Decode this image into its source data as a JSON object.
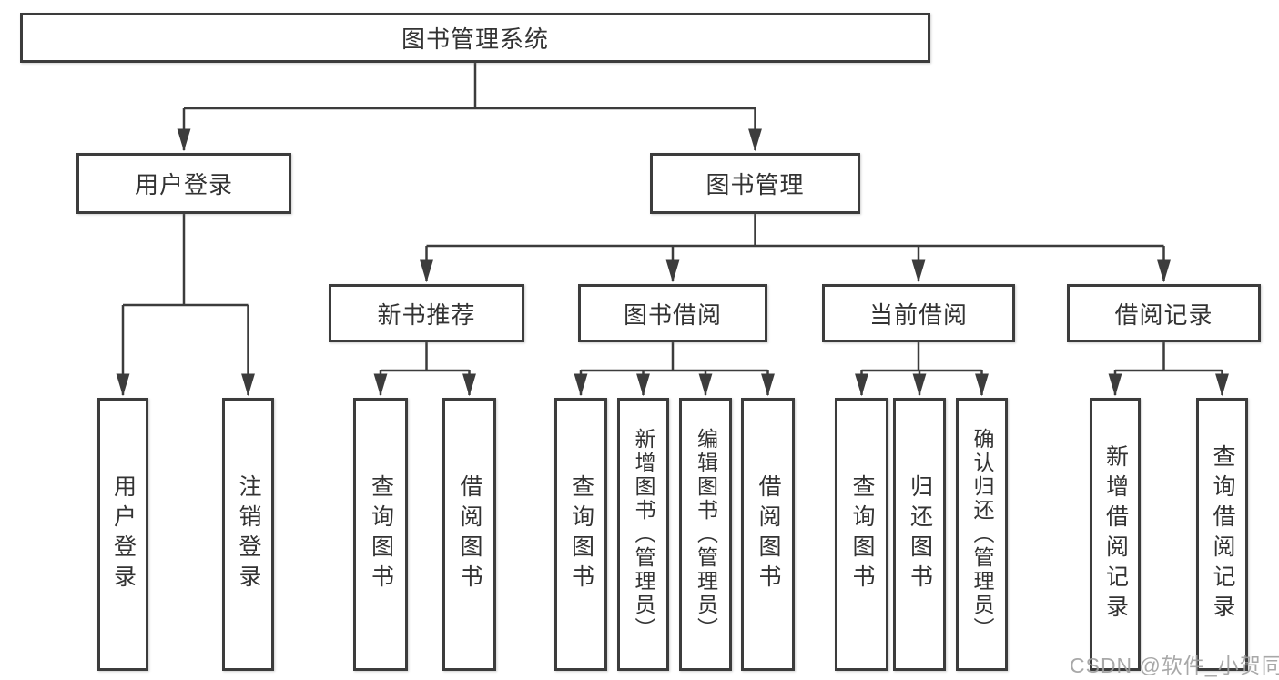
{
  "colors": {
    "line": "#3c3c3c",
    "text": "#333333",
    "box_background": "#ffffff",
    "watermark": "#9e9e9e"
  },
  "diagram": {
    "root": {
      "label": "图书管理系统"
    },
    "level2": [
      {
        "label": "用户登录"
      },
      {
        "label": "图书管理"
      }
    ],
    "level3": [
      {
        "label": "新书推荐"
      },
      {
        "label": "图书借阅"
      },
      {
        "label": "当前借阅"
      },
      {
        "label": "借阅记录"
      }
    ],
    "groups": [
      {
        "parent": "用户登录",
        "items": [
          {
            "label": "用户登录"
          },
          {
            "label": "注销登录"
          }
        ]
      },
      {
        "parent": "新书推荐",
        "items": [
          {
            "label": "查询图书"
          },
          {
            "label": "借阅图书"
          }
        ]
      },
      {
        "parent": "图书借阅",
        "items": [
          {
            "label": "查询图书"
          },
          {
            "label": "新增图书（管理员）"
          },
          {
            "label": "编辑图书（管理员）"
          },
          {
            "label": "借阅图书"
          }
        ]
      },
      {
        "parent": "当前借阅",
        "items": [
          {
            "label": "查询图书"
          },
          {
            "label": "归还图书"
          },
          {
            "label": "确认归还（管理员）"
          }
        ]
      },
      {
        "parent": "借阅记录",
        "items": [
          {
            "label": "新增借阅记录"
          },
          {
            "label": "查询借阅记录"
          }
        ]
      }
    ]
  },
  "watermark": {
    "text": "CSDN @软件_小贺同学"
  }
}
